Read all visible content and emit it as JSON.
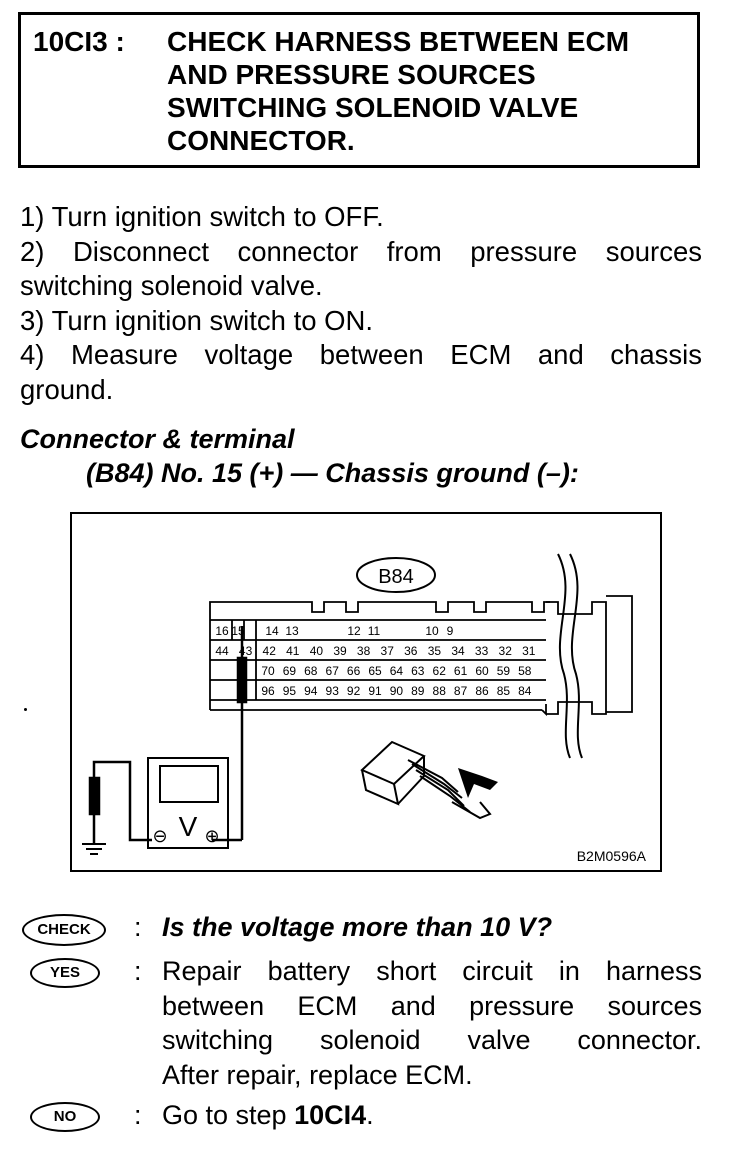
{
  "step": {
    "id": "10CI3 :",
    "title_lines": [
      "CHECK HARNESS BETWEEN ECM",
      "AND PRESSURE SOURCES",
      "SWITCHING SOLENOID VALVE",
      "CONNECTOR."
    ]
  },
  "procedure_lines": [
    "1) Turn ignition switch to OFF.",
    "2) Disconnect connector from pressure sources",
    "switching solenoid valve.",
    "3) Turn ignition switch to ON.",
    "4) Measure voltage between ECM and chassis",
    "ground."
  ],
  "connector_terminal": {
    "heading": "Connector & terminal",
    "detail": "(B84) No. 15 (+) — Chassis ground (–):"
  },
  "diagram": {
    "connector_label": "B84",
    "figure_id": "B2M0596A",
    "meter_symbol": "V",
    "minus_symbol": "⊖",
    "plus_symbol": "⊕",
    "row1_pins": [
      "16",
      "15",
      "",
      "14",
      "13",
      "",
      "",
      "12",
      "11",
      "",
      "",
      "10",
      "9"
    ],
    "row2_pins": [
      "44",
      "43",
      "42",
      "41",
      "40",
      "39",
      "38",
      "37",
      "36",
      "35",
      "34",
      "33",
      "32",
      "31"
    ],
    "row3_pins": [
      "70",
      "69",
      "68",
      "67",
      "66",
      "65",
      "64",
      "63",
      "62",
      "61",
      "60",
      "59",
      "58"
    ],
    "row4_pins": [
      "96",
      "95",
      "94",
      "93",
      "92",
      "91",
      "90",
      "89",
      "88",
      "87",
      "86",
      "85",
      "84"
    ]
  },
  "check": {
    "badge": "CHECK",
    "colon": ":",
    "question": "Is the voltage more than 10 V?"
  },
  "yes": {
    "badge": "YES",
    "colon": ":",
    "lines": [
      "Repair battery short circuit in harness",
      "between ECM and pressure sources",
      "switching solenoid valve connector.",
      "After repair, replace ECM."
    ]
  },
  "no": {
    "badge": "NO",
    "colon": ":",
    "text_prefix": "Go to step ",
    "step_ref": "10CI4",
    "text_suffix": "."
  }
}
